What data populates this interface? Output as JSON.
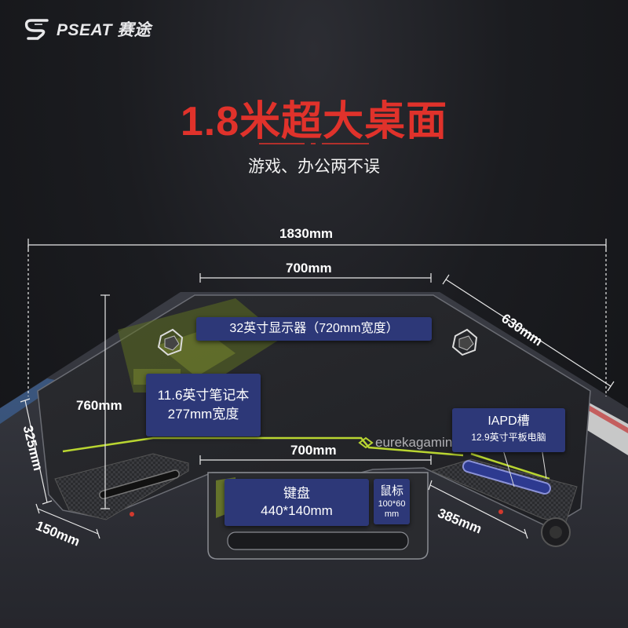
{
  "brand": {
    "logo_text": "PSEAT 赛途"
  },
  "headline": {
    "title": "1.8米超大桌面",
    "subtitle": "游戏、办公两不误"
  },
  "dimensions": {
    "total_width": "1830mm",
    "top_width": "700mm",
    "side_wing": "630mm",
    "depth": "760mm",
    "front_width": "700mm",
    "left_edge": "325mm",
    "front_left": "150mm",
    "front_right": "385mm"
  },
  "callouts": {
    "monitor": "32英寸显示器（720mm宽度）",
    "laptop_line1": "11.6英寸笔记本",
    "laptop_line2": "277mm宽度",
    "ipad_line1": "IAPD槽",
    "ipad_line2": "12.9英寸平板电脑",
    "keyboard_line1": "键盘",
    "keyboard_line2": "440*140mm",
    "mouse_line1": "鼠标",
    "mouse_line2": "100*60",
    "mouse_line3": "mm"
  },
  "desk_logo": "eurekagaming",
  "colors": {
    "title_red": "#e0322b",
    "label_blue": "#2d3878",
    "desk_dark": "#232428",
    "accent_green": "#b9d531"
  }
}
